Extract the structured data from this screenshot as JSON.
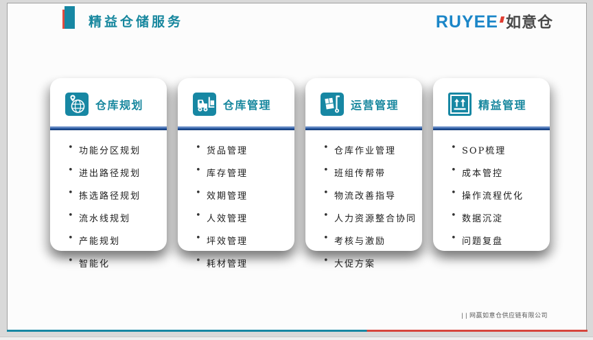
{
  "header": {
    "title": "精益仓储服务"
  },
  "logo": {
    "latin": "RUYEE",
    "cjk": "如意仓"
  },
  "cards": [
    {
      "title": "仓库规划",
      "icon": "globe-location-icon",
      "items": [
        "功能分区规划",
        "进出路径规划",
        "拣选路径规划",
        "流水线规划",
        "产能规划",
        "智能化"
      ]
    },
    {
      "title": "仓库管理",
      "icon": "forklift-icon",
      "items": [
        "货品管理",
        "库存管理",
        "效期管理",
        "人效管理",
        "坪效管理",
        "耗材管理"
      ]
    },
    {
      "title": "运营管理",
      "icon": "hand-truck-icon",
      "items": [
        "仓库作业管理",
        "班组传帮带",
        "物流改善指导",
        "人力资源整合协同",
        "考核与激励",
        "大促方案"
      ]
    },
    {
      "title": "精益管理",
      "icon": "this-way-up-icon",
      "items": [
        "SOP梳理",
        "成本管控",
        "操作流程优化",
        "数据沉淀",
        "问题复盘"
      ]
    }
  ],
  "footer": {
    "company": "| | 网赢如意仓供应链有限公司"
  },
  "colors": {
    "teal": "#1787a3",
    "title_teal": "#17879e",
    "accent_red": "#d6453c",
    "divider_blue": "#1c4b94",
    "logo_blue": "#1b86c8"
  }
}
